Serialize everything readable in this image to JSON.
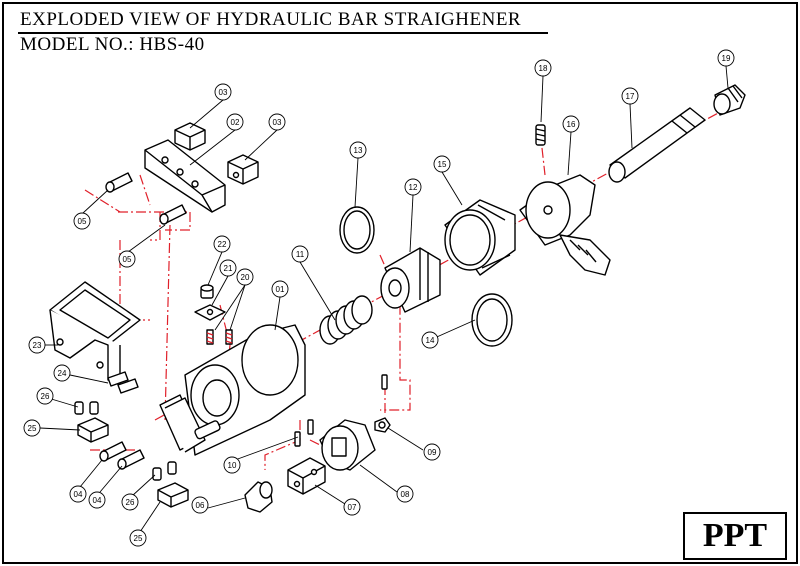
{
  "title": "EXPLODED VIEW OF HYDRAULIC BAR STRAIGHENER",
  "model": "MODEL NO.: HBS-40",
  "logo": "PPT",
  "colors": {
    "line": "#000000",
    "centerline": "#e0202a",
    "paper": "#ffffff"
  },
  "part_numbers": [
    "01",
    "02",
    "03",
    "04",
    "05",
    "06",
    "07",
    "08",
    "09",
    "10",
    "11",
    "12",
    "13",
    "14",
    "15",
    "16",
    "17",
    "18",
    "19",
    "20",
    "21",
    "22",
    "23",
    "24",
    "25",
    "26"
  ]
}
